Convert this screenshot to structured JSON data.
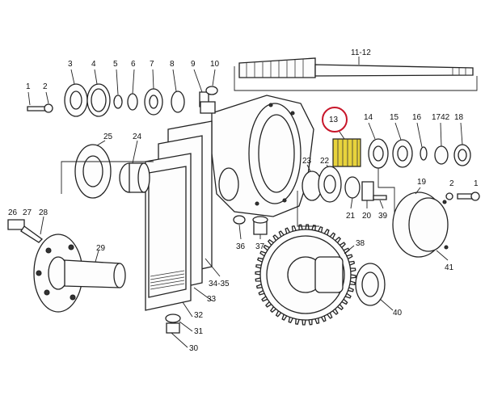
{
  "diagram": {
    "highlight_color": "#c8162a",
    "highlight_part_fill": "#e8d33c",
    "highlighted_part": "13",
    "callouts": [
      {
        "id": "c1",
        "text": "1"
      },
      {
        "id": "c2",
        "text": "2"
      },
      {
        "id": "c3",
        "text": "3"
      },
      {
        "id": "c4",
        "text": "4"
      },
      {
        "id": "c5",
        "text": "5"
      },
      {
        "id": "c6",
        "text": "6"
      },
      {
        "id": "c7",
        "text": "7"
      },
      {
        "id": "c8",
        "text": "8"
      },
      {
        "id": "c9",
        "text": "9"
      },
      {
        "id": "c10",
        "text": "10"
      },
      {
        "id": "c11_12",
        "text": "11-12"
      },
      {
        "id": "c13",
        "text": "13"
      },
      {
        "id": "c14",
        "text": "14"
      },
      {
        "id": "c15",
        "text": "15"
      },
      {
        "id": "c16",
        "text": "16"
      },
      {
        "id": "c17_42",
        "text": "1742"
      },
      {
        "id": "c18",
        "text": "18"
      },
      {
        "id": "c19",
        "text": "19"
      },
      {
        "id": "c2r",
        "text": "2"
      },
      {
        "id": "c1r",
        "text": "1"
      },
      {
        "id": "c20",
        "text": "20"
      },
      {
        "id": "c21",
        "text": "21"
      },
      {
        "id": "c22",
        "text": "22"
      },
      {
        "id": "c23",
        "text": "23"
      },
      {
        "id": "c24",
        "text": "24"
      },
      {
        "id": "c25",
        "text": "25"
      },
      {
        "id": "c26",
        "text": "26"
      },
      {
        "id": "c27",
        "text": "27"
      },
      {
        "id": "c28",
        "text": "28"
      },
      {
        "id": "c29",
        "text": "29"
      },
      {
        "id": "c30",
        "text": "30"
      },
      {
        "id": "c31",
        "text": "31"
      },
      {
        "id": "c32",
        "text": "32"
      },
      {
        "id": "c33",
        "text": "33"
      },
      {
        "id": "c34_35",
        "text": "34-35"
      },
      {
        "id": "c36",
        "text": "36"
      },
      {
        "id": "c37",
        "text": "37"
      },
      {
        "id": "c38",
        "text": "38"
      },
      {
        "id": "c39",
        "text": "39"
      },
      {
        "id": "c40",
        "text": "40"
      },
      {
        "id": "c41",
        "text": "41"
      }
    ]
  }
}
